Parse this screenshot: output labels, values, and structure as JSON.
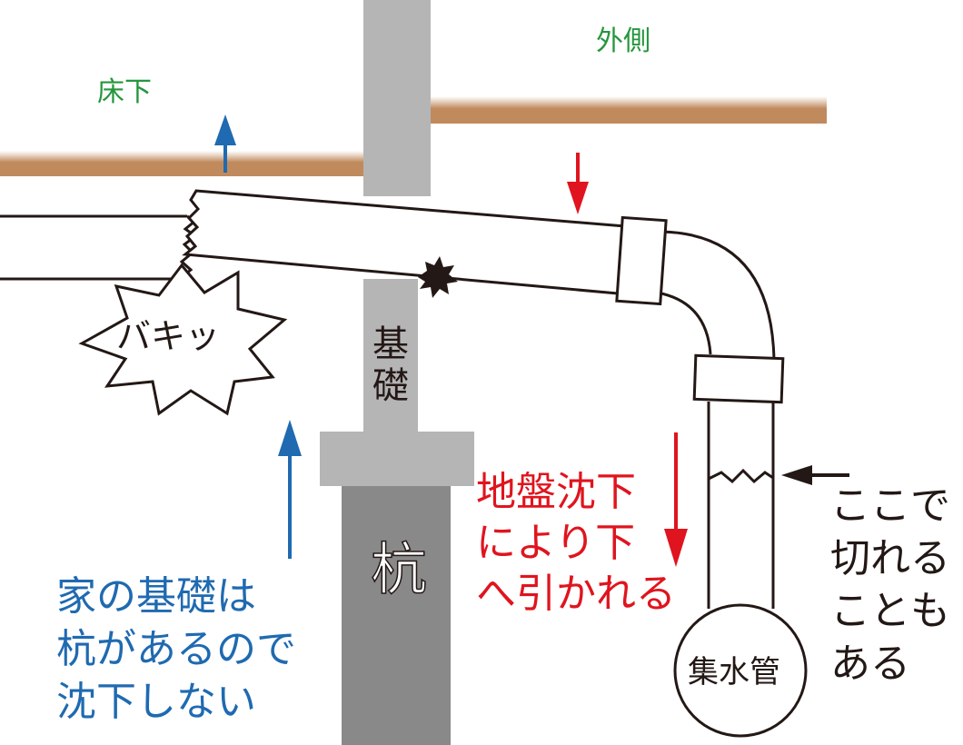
{
  "labels": {
    "under_floor": "床下",
    "outside": "外側",
    "snap": "バキッ",
    "foundation": "基礎",
    "pile": "杭",
    "collection_pipe": "集水管",
    "subsidence": "地盤沈下\nにより下\nへ引かれる",
    "house_note": "家の基礎は\n杭があるので\n沈下しない",
    "break_note": "ここで\n切れる\nこともある"
  },
  "colors": {
    "ground": "#c08a5c",
    "foundation": "#b5b5b6",
    "pile": "#898989",
    "pipe_stroke": "#231815",
    "blue_arrow": "#1f6ab1",
    "red_arrow": "#e0141e",
    "green_text": "#25963c"
  },
  "icons": {
    "up_arrows": "arrow-up-icon",
    "down_arrows": "arrow-down-icon",
    "left_arrow": "arrow-left-icon",
    "burst": "burst-icon"
  }
}
